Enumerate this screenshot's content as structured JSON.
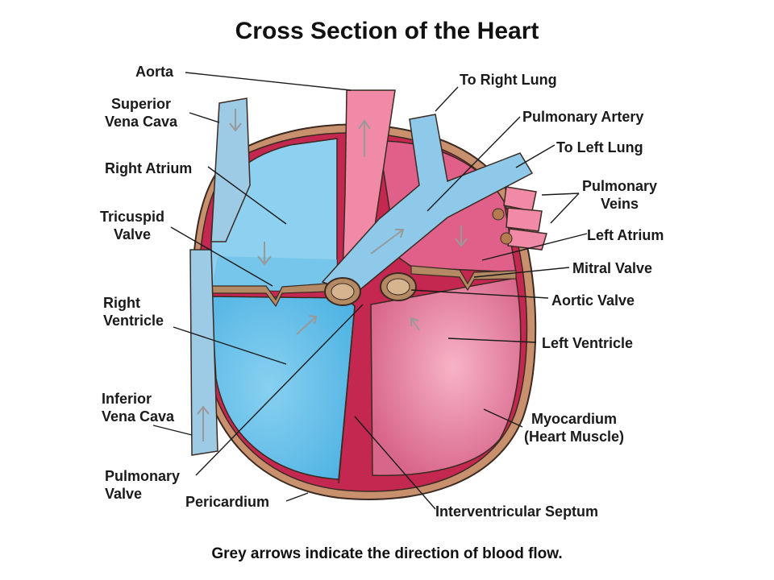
{
  "title": "Cross Section of the Heart",
  "caption": "Grey arrows indicate the direction of blood flow.",
  "colors": {
    "deoxygenated": "#8ec9ea",
    "deoxygenated_chamber": "#5fbde8",
    "oxygenated": "#f18aa6",
    "oxygenated_chamber": "#e07a9b",
    "myocardium": "#c4274f",
    "pericardium": "#c9906d",
    "valve": "#b48a64",
    "arrow": "#999999"
  },
  "labels": {
    "aorta": "Aorta",
    "superior_vena_cava": [
      "Superior",
      "Vena Cava"
    ],
    "right_atrium": "Right Atrium",
    "tricuspid_valve": [
      "Tricuspid",
      "Valve"
    ],
    "right_ventricle": [
      "Right",
      "Ventricle"
    ],
    "inferior_vena_cava": [
      "Inferior",
      "Vena Cava"
    ],
    "pulmonary_valve": [
      "Pulmonary",
      "Valve"
    ],
    "pericardium": "Pericardium",
    "to_right_lung": "To Right Lung",
    "pulmonary_artery": "Pulmonary Artery",
    "to_left_lung": "To Left Lung",
    "pulmonary_veins": [
      "Pulmonary",
      "Veins"
    ],
    "left_atrium": "Left Atrium",
    "mitral_valve": "Mitral Valve",
    "aortic_valve": "Aortic Valve",
    "left_ventricle": "Left Ventricle",
    "myocardium": [
      "Myocardium",
      "(Heart Muscle)"
    ],
    "interventricular_septum": "Interventricular Septum"
  }
}
